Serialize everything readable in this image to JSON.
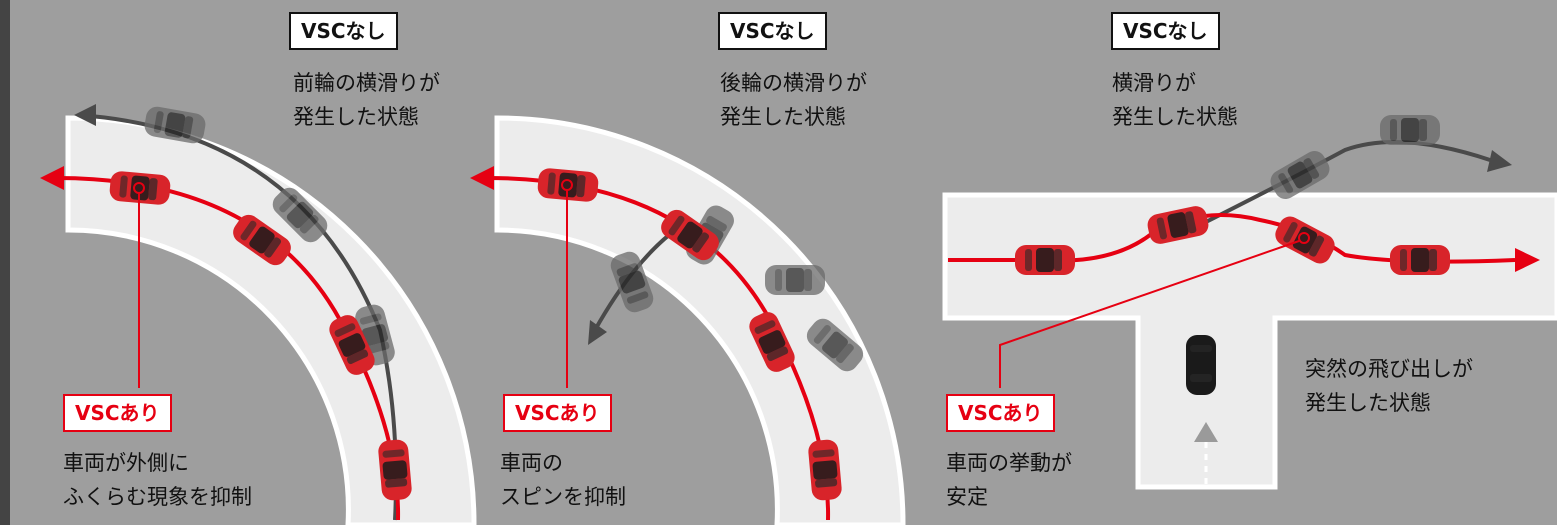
{
  "colors": {
    "background": "#9e9e9e",
    "road": "#ececec",
    "road_edge": "#ffffff",
    "vsc_on": "#e60012",
    "vsc_off": "#4a4a4a",
    "car_red": "#d8242a",
    "car_gray": "#6a6a6a",
    "car_black": "#1a1a1a"
  },
  "panels": [
    {
      "vsc_off_label": "VSCなし",
      "vsc_off_desc": [
        "前輪の横滑りが",
        "発生した状態"
      ],
      "vsc_on_label": "VSCあり",
      "vsc_on_desc": [
        "車両が外側に",
        "ふくらむ現象を抑制"
      ]
    },
    {
      "vsc_off_label": "VSCなし",
      "vsc_off_desc": [
        "後輪の横滑りが",
        "発生した状態"
      ],
      "vsc_on_label": "VSCあり",
      "vsc_on_desc": [
        "車両の",
        "スピンを抑制"
      ]
    },
    {
      "vsc_off_label": "VSCなし",
      "vsc_off_desc": [
        "横滑りが",
        "発生した状態"
      ],
      "vsc_on_label": "VSCあり",
      "vsc_on_desc": [
        "車両の挙動が",
        "安定"
      ],
      "event_desc": [
        "突然の飛び出しが",
        "発生した状態"
      ]
    }
  ],
  "icons": {
    "car": "car-icon",
    "arrow": "arrowhead-icon"
  }
}
